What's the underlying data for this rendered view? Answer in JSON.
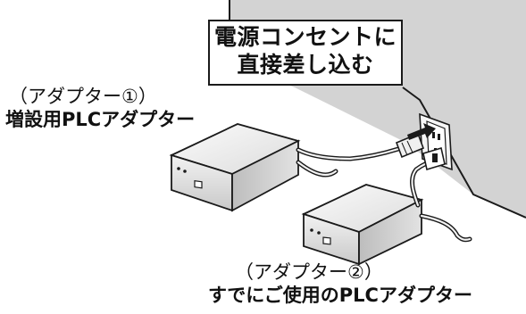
{
  "callout": {
    "line1": "電源コンセントに",
    "line2": "直接差し込む"
  },
  "adapter1": {
    "number_label": "（アダプター①）",
    "name": "増設用PLCアダプター"
  },
  "adapter2": {
    "number_label": "（アダプター②）",
    "name": "すでにご使用のPLCアダプター"
  },
  "colors": {
    "wall": "#d2d2d2",
    "outline": "#1a1a1a",
    "adapter_top": "#f4f4f4",
    "adapter_side": "#cfcfcf",
    "arrow": "#1a1a1a"
  },
  "icons": [
    "wall-outlet-icon",
    "plc-adapter-icon",
    "power-plug-icon",
    "insert-arrow-icon"
  ]
}
